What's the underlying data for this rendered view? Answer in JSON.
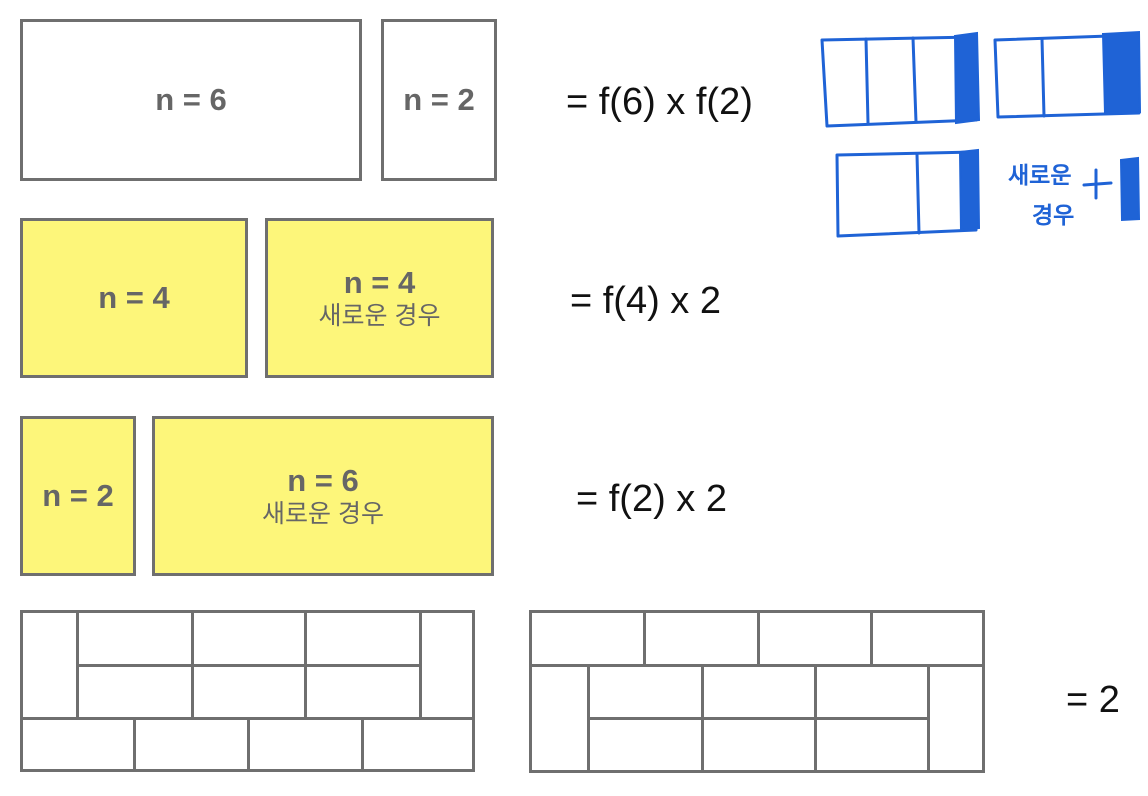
{
  "row1": {
    "box_a": {
      "label": "n = 6"
    },
    "box_b": {
      "label": "n = 2"
    },
    "equation": "= f(6) x f(2)"
  },
  "row2": {
    "box_a": {
      "label": "n = 4"
    },
    "box_b": {
      "label": "n = 4",
      "sublabel": "새로운 경우"
    },
    "equation": "= f(4) x 2"
  },
  "row3": {
    "box_a": {
      "label": "n = 2"
    },
    "box_b": {
      "label": "n = 6",
      "sublabel": "새로운 경우"
    },
    "equation": "= f(2) x 2"
  },
  "row4": {
    "equation": "= 2"
  },
  "sketch": {
    "note_line1": "새로운",
    "note_line2": "경우",
    "plus": "+"
  },
  "colors": {
    "yellow_fill": "#fdf67a",
    "border_gray": "#6f6f6f",
    "label_gray": "#666666",
    "sketch_blue": "#1f63d6"
  }
}
